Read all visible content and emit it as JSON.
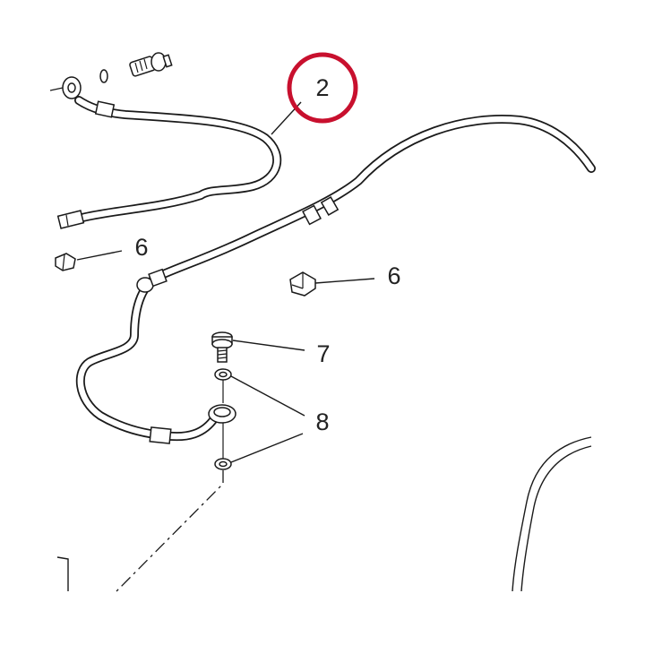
{
  "diagram": {
    "callouts": [
      {
        "id": "c2",
        "label": "2",
        "highlighted": true
      },
      {
        "id": "c6a",
        "label": "6",
        "highlighted": false
      },
      {
        "id": "c6b",
        "label": "6",
        "highlighted": false
      },
      {
        "id": "c7",
        "label": "7",
        "highlighted": false
      },
      {
        "id": "c8",
        "label": "8",
        "highlighted": false
      }
    ],
    "highlight_color": "#c8102e",
    "line_color": "#1a1a1a",
    "background_color": "#ffffff"
  }
}
